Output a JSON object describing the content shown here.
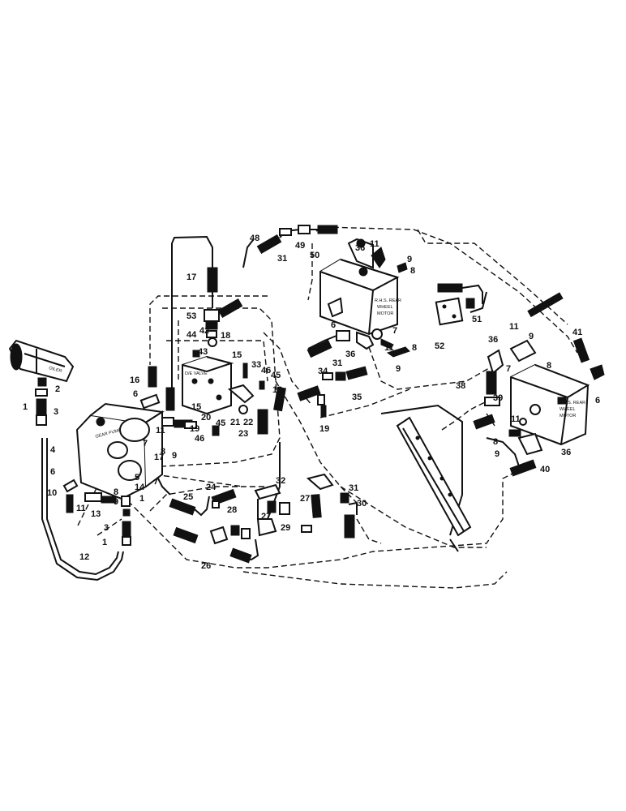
{
  "component_text": {
    "cooler": "OILER",
    "gear_pump": "GEAR PUMP",
    "rhs_motor": [
      "R.H.S. REAR",
      "WHEEL",
      "MOTOR"
    ],
    "lhs_motor": [
      "L.H.S. REAR",
      "WHEEL",
      "MOTOR"
    ],
    "valve_block": "D/E VALVE"
  },
  "part_numbers": [
    {
      "id": "p1a",
      "label": "1"
    },
    {
      "id": "p2",
      "label": "2"
    },
    {
      "id": "p3a",
      "label": "3"
    },
    {
      "id": "p4",
      "label": "4"
    },
    {
      "id": "p6a",
      "label": "6"
    },
    {
      "id": "p10",
      "label": "10"
    },
    {
      "id": "p13",
      "label": "13"
    },
    {
      "id": "p11a",
      "label": "11"
    },
    {
      "id": "p8a",
      "label": "8"
    },
    {
      "id": "p9a",
      "label": "9"
    },
    {
      "id": "p14",
      "label": "14"
    },
    {
      "id": "p1b",
      "label": "1"
    },
    {
      "id": "p3b",
      "label": "3"
    },
    {
      "id": "p1c",
      "label": "1"
    },
    {
      "id": "p12",
      "label": "12"
    },
    {
      "id": "p5",
      "label": "5"
    },
    {
      "id": "p7a",
      "label": "7"
    },
    {
      "id": "p17b",
      "label": "17"
    },
    {
      "id": "p8b",
      "label": "8"
    },
    {
      "id": "p9b",
      "label": "9"
    },
    {
      "id": "p16",
      "label": "16"
    },
    {
      "id": "p6b",
      "label": "6"
    },
    {
      "id": "p11b",
      "label": "11"
    },
    {
      "id": "p19a",
      "label": "19"
    },
    {
      "id": "p46a",
      "label": "46"
    },
    {
      "id": "p17",
      "label": "17"
    },
    {
      "id": "p53",
      "label": "53"
    },
    {
      "id": "p44",
      "label": "44"
    },
    {
      "id": "p42",
      "label": "42"
    },
    {
      "id": "p18",
      "label": "18"
    },
    {
      "id": "p43",
      "label": "43"
    },
    {
      "id": "p15a",
      "label": "15"
    },
    {
      "id": "p33",
      "label": "33"
    },
    {
      "id": "p46b",
      "label": "46"
    },
    {
      "id": "p45b",
      "label": "45"
    },
    {
      "id": "p13b",
      "label": "13"
    },
    {
      "id": "p15b",
      "label": "15"
    },
    {
      "id": "p20",
      "label": "20"
    },
    {
      "id": "p45",
      "label": "45"
    },
    {
      "id": "p21",
      "label": "21"
    },
    {
      "id": "p22",
      "label": "22"
    },
    {
      "id": "p23",
      "label": "23"
    },
    {
      "id": "p48",
      "label": "48"
    },
    {
      "id": "p31a",
      "label": "31"
    },
    {
      "id": "p49",
      "label": "49"
    },
    {
      "id": "p50",
      "label": "50"
    },
    {
      "id": "p36a",
      "label": "36"
    },
    {
      "id": "p11c",
      "label": "11"
    },
    {
      "id": "p9c",
      "label": "9"
    },
    {
      "id": "p8c",
      "label": "8"
    },
    {
      "id": "p6c",
      "label": "6"
    },
    {
      "id": "p7b",
      "label": "7"
    },
    {
      "id": "p36b",
      "label": "36"
    },
    {
      "id": "p11d",
      "label": "11"
    },
    {
      "id": "p8d",
      "label": "8"
    },
    {
      "id": "p9d",
      "label": "9"
    },
    {
      "id": "p34",
      "label": "34"
    },
    {
      "id": "p31b",
      "label": "31"
    },
    {
      "id": "p35",
      "label": "35"
    },
    {
      "id": "p19b",
      "label": "19"
    },
    {
      "id": "p51",
      "label": "51"
    },
    {
      "id": "p52",
      "label": "52"
    },
    {
      "id": "p36c",
      "label": "36"
    },
    {
      "id": "p11e",
      "label": "11"
    },
    {
      "id": "p9e",
      "label": "9"
    },
    {
      "id": "p8e",
      "label": "8"
    },
    {
      "id": "p41",
      "label": "41"
    },
    {
      "id": "p38",
      "label": "38"
    },
    {
      "id": "p7c",
      "label": "7"
    },
    {
      "id": "p6d",
      "label": "6"
    },
    {
      "id": "p39",
      "label": "39"
    },
    {
      "id": "p11f",
      "label": "11"
    },
    {
      "id": "p8f",
      "label": "8"
    },
    {
      "id": "p9f",
      "label": "9"
    },
    {
      "id": "p36d",
      "label": "36"
    },
    {
      "id": "p40",
      "label": "40"
    },
    {
      "id": "p25",
      "label": "25"
    },
    {
      "id": "p24",
      "label": "24"
    },
    {
      "id": "p28",
      "label": "28"
    },
    {
      "id": "p32",
      "label": "32"
    },
    {
      "id": "p27a",
      "label": "27"
    },
    {
      "id": "p27b",
      "label": "27"
    },
    {
      "id": "p29",
      "label": "29"
    },
    {
      "id": "p31c",
      "label": "31"
    },
    {
      "id": "p30",
      "label": "30"
    },
    {
      "id": "p26",
      "label": "26"
    }
  ]
}
